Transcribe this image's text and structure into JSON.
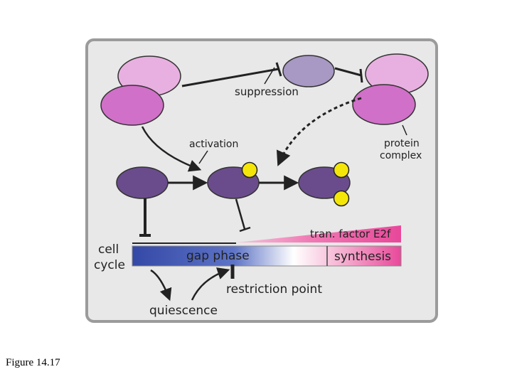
{
  "figure": {
    "caption": "Figure 14.17",
    "labels": {
      "suppression": "suppression",
      "activation": "activation",
      "protein_line1": "protein",
      "protein_line2": "complex",
      "cell_line1": "cell",
      "cell_line2": "cycle",
      "gap_phase": "gap phase",
      "synthesis": "synthesis",
      "tran_factor": "tran. factor E2f",
      "restriction_point": "restriction point",
      "quiescence": "quiescence"
    },
    "colors": {
      "panel_fill": "#e8e8e8",
      "panel_border": "#9b9b9b",
      "light_pink": "#e8b0e0",
      "magenta": "#d070c8",
      "lavender": "#a898c4",
      "dark_purple": "#6a4c8c",
      "phosphate_yellow": "#f5e60a",
      "gap_blue": "#3a4eaa",
      "synthesis_pink": "#e8489a"
    }
  }
}
